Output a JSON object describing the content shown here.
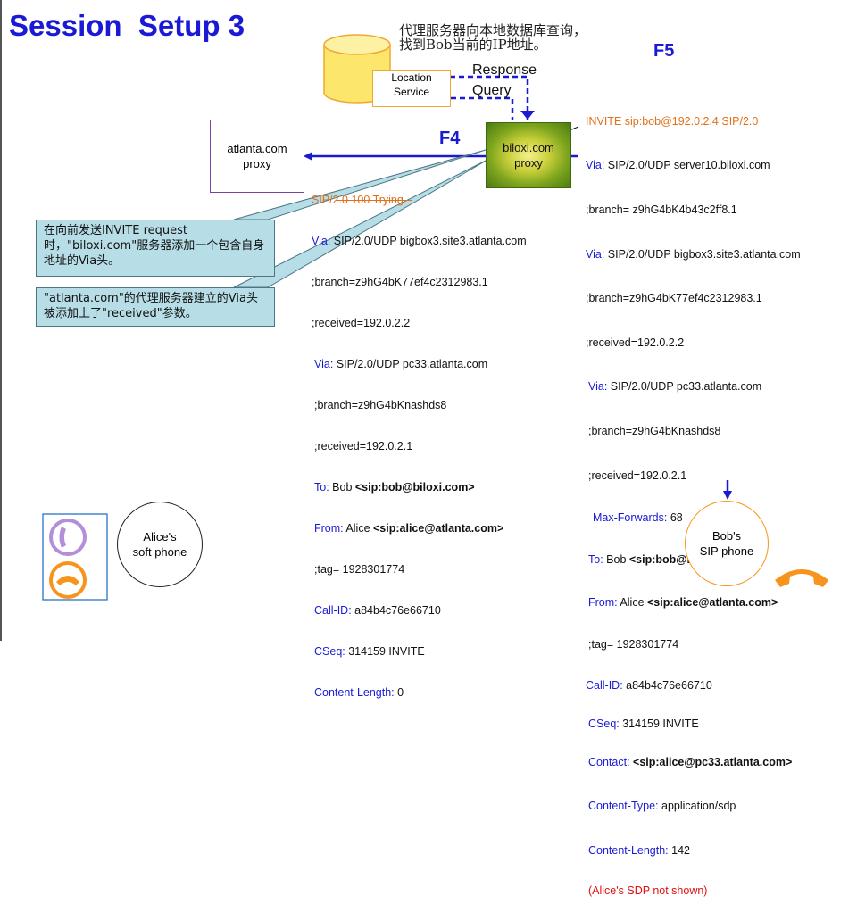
{
  "title": "Session  Setup 3",
  "chinese_note": "代理服务器向本地数据库查询，找到Bob当前的IP地址。",
  "f4_label": "F4",
  "f5_label": "F5",
  "location_service": {
    "line1": "Location",
    "line2": "Service"
  },
  "response_label": "Response",
  "query_label": "Query",
  "atlanta_proxy": {
    "line1": "atlanta.com",
    "line2": "proxy"
  },
  "biloxi_proxy": {
    "line1": "biloxi.com",
    "line2": "proxy"
  },
  "callout1": "在向前发送INVITE request时，\"biloxi.com\"服务器添加一个包含自身地址的Via头。",
  "callout2": "\"atlanta.com\"的代理服务器建立的Via头被添加上了\"received\"参数。",
  "f4_message": {
    "status": "SIP/2.0 100 Trying",
    "via1_key": "Via:",
    "via1_val": " SIP/2.0/UDP bigbox3.site3.atlanta.com",
    "via1_branch": ";branch=z9hG4bK77ef4c2312983.1",
    "via1_received": ";received=192.0.2.2",
    "via2_key": "Via:",
    "via2_val": " SIP/2.0/UDP pc33.atlanta.com",
    "via2_branch": ";branch=z9hG4bKnashds8",
    "via2_received": ";received=192.0.2.1",
    "to_key": "To:",
    "to_name": " Bob ",
    "to_uri": "<sip:bob@biloxi.com>",
    "from_key": "From:",
    "from_name": " Alice ",
    "from_uri": "<sip:alice@atlanta.com>",
    "tag": ";tag= 1928301774",
    "callid_key": "Call-ID:",
    "callid_val": " a84b4c76e66710",
    "cseq_key": "CSeq:",
    "cseq_val": " 314159 INVITE",
    "cl_key": "Content-Length:",
    "cl_val": " 0"
  },
  "f5_message": {
    "request": "INVITE sip:bob@192.0.2.4 SIP/2.0",
    "via1_key": "Via:",
    "via1_val": " SIP/2.0/UDP server10.biloxi.com",
    "via1_branch": ";branch= z9hG4bK4b43c2ff8.1",
    "via2_key": "Via:",
    "via2_val": " SIP/2.0/UDP bigbox3.site3.atlanta.com",
    "via2_branch": ";branch=z9hG4bK77ef4c2312983.1",
    "via2_received": ";received=192.0.2.2",
    "via3_key": "Via:",
    "via3_val": " SIP/2.0/UDP pc33.atlanta.com",
    "via3_branch": ";branch=z9hG4bKnashds8",
    "via3_received": ";received=192.0.2.1",
    "maxfwd_key": "Max-Forwards:",
    "maxfwd_val": " 68",
    "to_key": "To:",
    "to_name": " Bob ",
    "to_uri": "<sip:bob@biloxi.com>",
    "from_key": "From:",
    "from_name": " Alice ",
    "from_uri": "<sip:alice@atlanta.com>",
    "tag": ";tag= 1928301774",
    "callid_key": "Call-ID:",
    "callid_val": " a84b4c76e66710",
    "cseq_key": "CSeq:",
    "cseq_val": " 314159 INVITE",
    "contact_key": "Contact:",
    "contact_val": " <sip:alice@pc33.atlanta.com>",
    "ct_key": "Content-Type:",
    "ct_val": " application/sdp",
    "cl_key": "Content-Length:",
    "cl_val": " 142",
    "sdp_note": "(Alice's SDP not shown)"
  },
  "alice": {
    "line1": "Alice's",
    "line2": "soft phone"
  },
  "bob": {
    "line1": "Bob's",
    "line2": "SIP phone"
  },
  "colors": {
    "blue": "#1a1ad6",
    "orange": "#e0701a",
    "purple": "#7b3fa6",
    "phone_orange": "#f7941d",
    "phone_purple": "#b38fd9"
  }
}
